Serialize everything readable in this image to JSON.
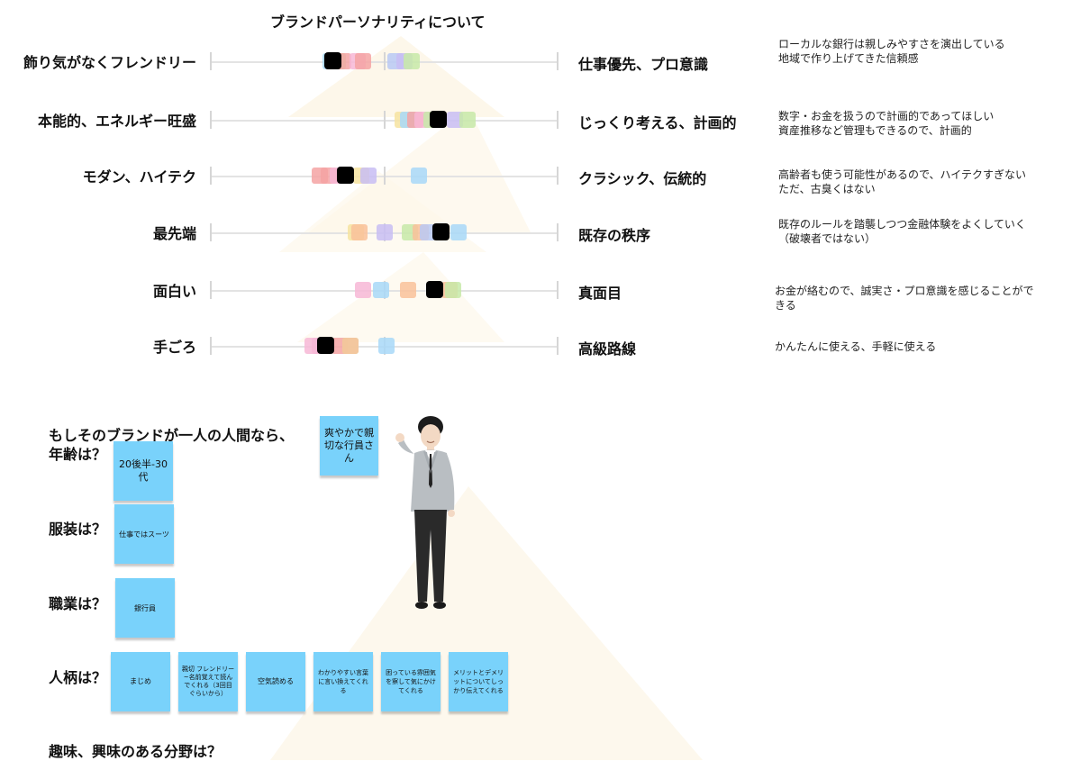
{
  "title": "ブランドパーソナリティについて",
  "scales": [
    {
      "left": "飾り気がなくフレンドリー",
      "right": "仕事優先、プロ意識",
      "note": [
        "ローカルな銀行は親しみやすさを演出している",
        "地域で作り上げてきた信頼感"
      ]
    },
    {
      "left": "本能的、エネルギー旺盛",
      "right": "じっくり考える、計画的",
      "note": [
        "数字・お金を扱うので計画的であってほしい",
        "資産推移など管理もできるので、計画的"
      ]
    },
    {
      "left": "モダン、ハイテク",
      "right": "クラシック、伝統的",
      "note": [
        "高齢者も使う可能性があるので、ハイテクすぎない",
        "ただ、古臭くはない"
      ]
    },
    {
      "left": "最先端",
      "right": "既存の秩序",
      "note": [
        "既存のルールを踏襲しつつ金融体験をよくしていく",
        "（破壊者ではない）"
      ]
    },
    {
      "left": "面白い",
      "right": "真面目",
      "note": [
        "お金が絡むので、誠実さ・プロ意識を感じることがで",
        "きる"
      ]
    },
    {
      "left": "手ごろ",
      "right": "高級路線",
      "note": [
        "かんたんに使える、手軽に使える"
      ]
    }
  ],
  "colors": {
    "sticky": "#79d2fb",
    "dot_palette": [
      "#a8d8f8",
      "#f5a3a3",
      "#f7b7d6",
      "#f9c19a",
      "#c7e9a8",
      "#c8bdf3",
      "#b9c9f5",
      "#f6e3a0"
    ]
  },
  "questions": {
    "intro": "もしそのブランドが一人の人間なら、",
    "age": "年齢は？",
    "clothing": "服装は？",
    "job": "職業は？",
    "personality": "人柄は？",
    "hobby": "趣味、興味のある分野は？"
  },
  "stickies": {
    "person": "爽やかで親切な行員さん",
    "age": "20後半-30代",
    "clothing": "仕事ではスーツ",
    "job": "銀行員",
    "personality": [
      "まじめ",
      "親切 フレンドリー ~名前覚えて読んでくれる（3回目ぐらいから）",
      "空気読める",
      "わかりやすい言葉に言い換えてくれる",
      "困っている雰囲気を察して気にかけてくれる",
      "メリットとデメリットについてしっかり伝えてくれる"
    ]
  },
  "figure": {
    "icon": "businessman-illustration"
  }
}
